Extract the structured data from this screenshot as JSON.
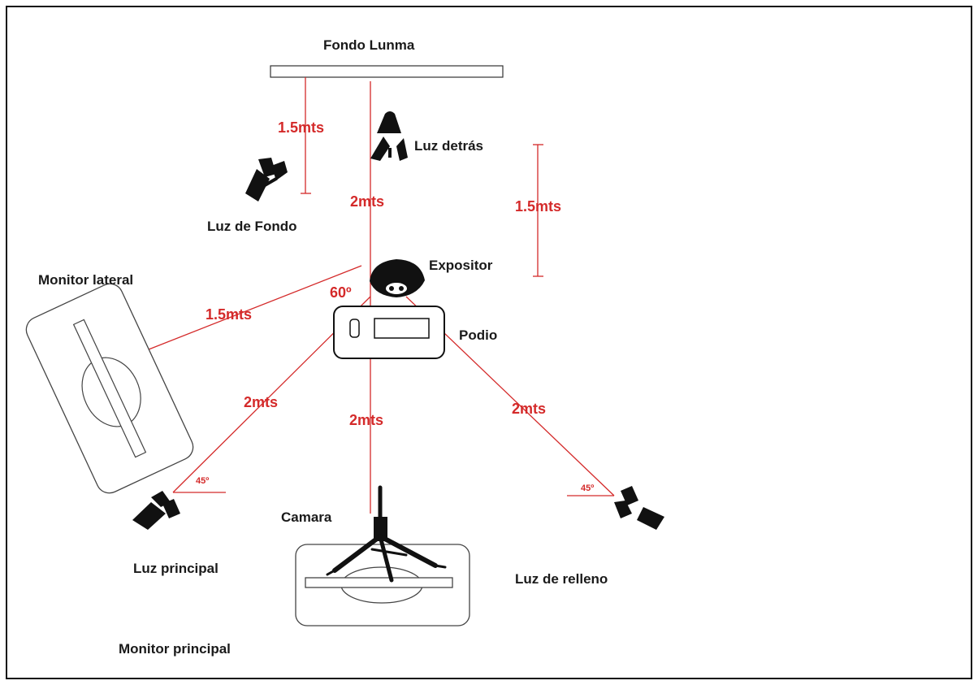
{
  "labels": {
    "fondo": "Fondo Lunma",
    "luz_detras": "Luz detrás",
    "luz_fondo": "Luz de Fondo",
    "expositor": "Expositor",
    "monitor_lateral": "Monitor lateral",
    "podio": "Podio",
    "camara": "Camara",
    "luz_principal": "Luz principal",
    "luz_relleno": "Luz de relleno",
    "monitor_principal": "Monitor principal"
  },
  "dimensions": {
    "fondo_to_luz_fondo": "1.5mts",
    "fondo_to_expositor": "2mts",
    "luz_detras_height": "1.5mts",
    "monitor_lateral": "1.5mts",
    "luz_principal": "2mts",
    "camara": "2mts",
    "luz_relleno": "2mts"
  },
  "angles": {
    "expositor": "60º",
    "luz_principal": "45º",
    "luz_relleno": "45º"
  },
  "colors": {
    "measure": "#d42a2a",
    "ink": "#111111"
  }
}
